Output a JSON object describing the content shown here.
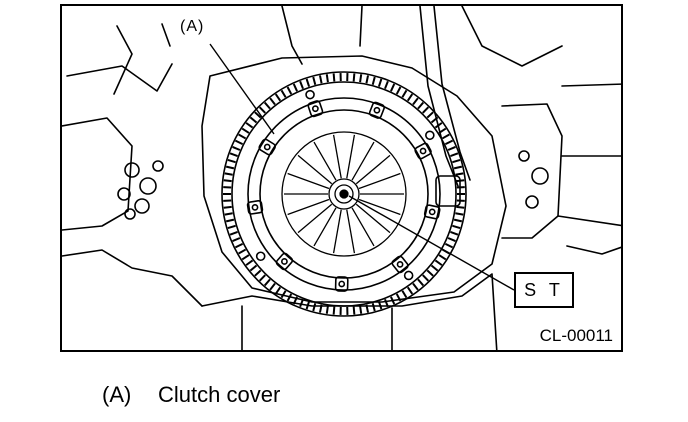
{
  "diagram": {
    "callout_a": "(A)",
    "tool_label": "S T",
    "figure_id": "CL-00011"
  },
  "legend": {
    "items": [
      {
        "key": "(A)",
        "label": "Clutch cover"
      }
    ]
  }
}
